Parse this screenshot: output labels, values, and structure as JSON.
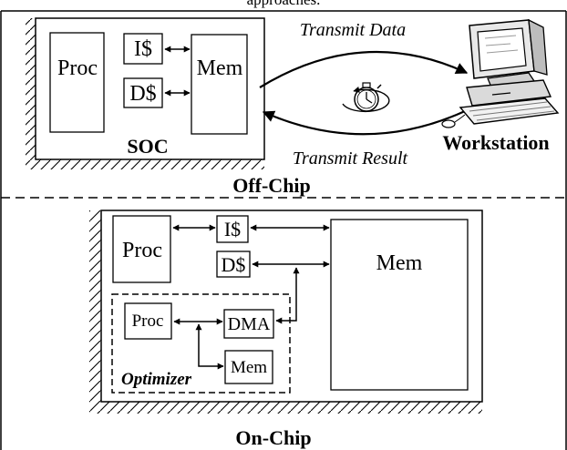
{
  "top_caption": "approaches.",
  "off_chip": {
    "title": "Off-Chip",
    "soc_label": "SOC",
    "proc_label": "Proc",
    "icache_label": "I$",
    "dcache_label": "D$",
    "mem_label": "Mem",
    "transmit_data_label": "Transmit Data",
    "transmit_result_label": "Transmit Result",
    "workstation_label": "Workstation",
    "icons": [
      "stopwatch-icon",
      "workstation-computer-icon"
    ]
  },
  "on_chip": {
    "title": "On-Chip",
    "proc_label": "Proc",
    "icache_label": "I$",
    "dcache_label": "D$",
    "mem_label": "Mem",
    "optimizer_label": "Optimizer",
    "optimizer_proc_label": "Proc",
    "optimizer_dma_label": "DMA",
    "optimizer_mem_label": "Mem"
  }
}
